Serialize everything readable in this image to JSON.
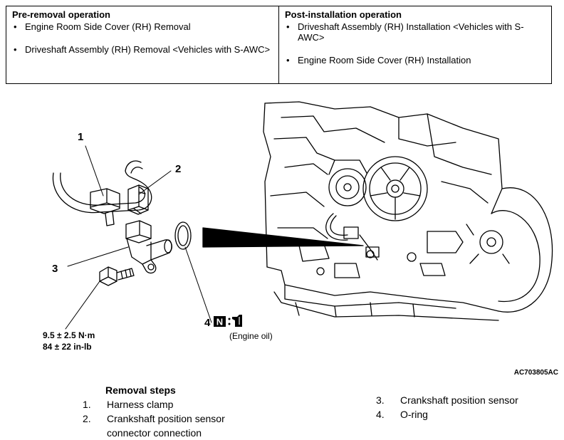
{
  "pre_removal": {
    "heading": "Pre-removal operation",
    "items": [
      "Engine Room Side Cover (RH) Removal",
      "Driveshaft Assembly (RH) Removal <Vehicles with S-AWC>"
    ]
  },
  "post_installation": {
    "heading": "Post-installation operation",
    "items": [
      "Driveshaft Assembly (RH) Installation <Vehicles with S-AWC>",
      "Engine Room Side Cover (RH) Installation"
    ]
  },
  "figure": {
    "callouts": [
      "1",
      "2",
      "3",
      "4"
    ],
    "torque_nm": "9.5 ± 2.5 N·m",
    "torque_inlb": "84 ± 22 in-lb",
    "n_symbol": "N",
    "oil_note": "(Engine oil)",
    "figure_id": "AC703805AC"
  },
  "removal_steps": {
    "heading": "Removal steps",
    "steps": [
      {
        "num": "1.",
        "text": "Harness clamp"
      },
      {
        "num": "2.",
        "text": "Crankshaft position sensor connector connection"
      },
      {
        "num": "3.",
        "text": "Crankshaft position sensor"
      },
      {
        "num": "4.",
        "text": "O-ring"
      }
    ]
  }
}
